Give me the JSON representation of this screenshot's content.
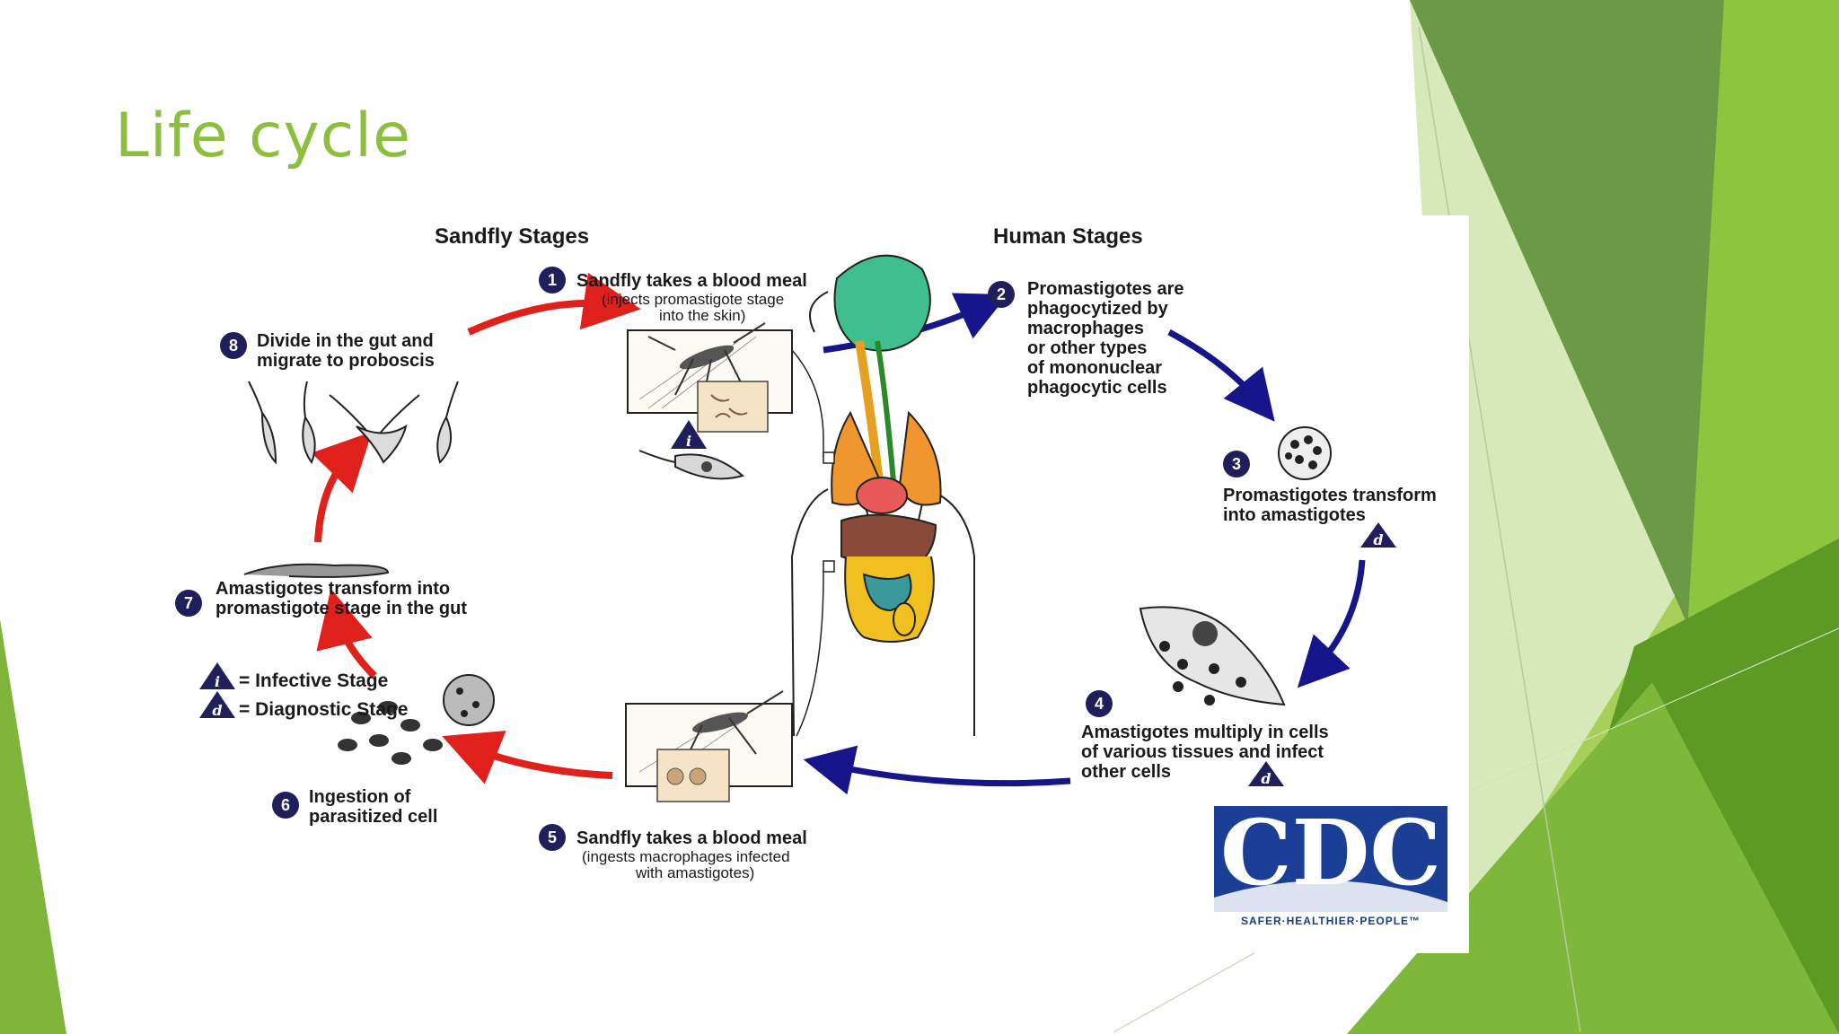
{
  "slide": {
    "title": "Life cycle"
  },
  "diagram": {
    "sandfly_header": "Sandfly Stages",
    "human_header": "Human Stages",
    "steps": [
      {
        "number": "1",
        "text": [
          "Sandfly takes a blood meal"
        ],
        "subtext": [
          "(injects promastigote stage",
          "into the skin)"
        ]
      },
      {
        "number": "2",
        "text": [
          "Promastigotes are",
          "phagocytized by",
          "macrophages",
          "or other types",
          "of mononuclear",
          "phagocytic cells"
        ]
      },
      {
        "number": "3",
        "text": [
          "Promastigotes transform",
          "into amastigotes"
        ]
      },
      {
        "number": "4",
        "text": [
          "Amastigotes multiply in cells",
          "of various tissues and infect",
          "other cells"
        ]
      },
      {
        "number": "5",
        "text": [
          "Sandfly takes a blood meal"
        ],
        "subtext": [
          "(ingests macrophages infected",
          "with amastigotes)"
        ]
      },
      {
        "number": "6",
        "text": [
          "Ingestion of",
          "parasitized cell"
        ]
      },
      {
        "number": "7",
        "text": [
          "Amastigotes transform into",
          "promastigote stage in  the gut"
        ]
      },
      {
        "number": "8",
        "text": [
          "Divide in the gut and",
          "migrate to proboscis"
        ]
      }
    ],
    "stage_markers": {
      "infective": "i",
      "diagnostic": "d"
    },
    "legend": [
      {
        "marker": "i",
        "text": "= Infective Stage"
      },
      {
        "marker": "d",
        "text": "= Diagnostic Stage"
      }
    ],
    "logo": {
      "text": "CDC",
      "tagline": "SAFER·HEALTHIER·PEOPLE™"
    }
  },
  "colors": {
    "title_green": "#8cbf3f",
    "badge_navy": "#1f1f5c",
    "arrow_red": "#e0201b",
    "arrow_blue": "#16168a",
    "cdc_blue": "#1a3f95",
    "accent_greens": [
      "#4e8a1e",
      "#6a9f3c",
      "#8cc63f",
      "#a6d05a",
      "#d4e9b6"
    ]
  }
}
